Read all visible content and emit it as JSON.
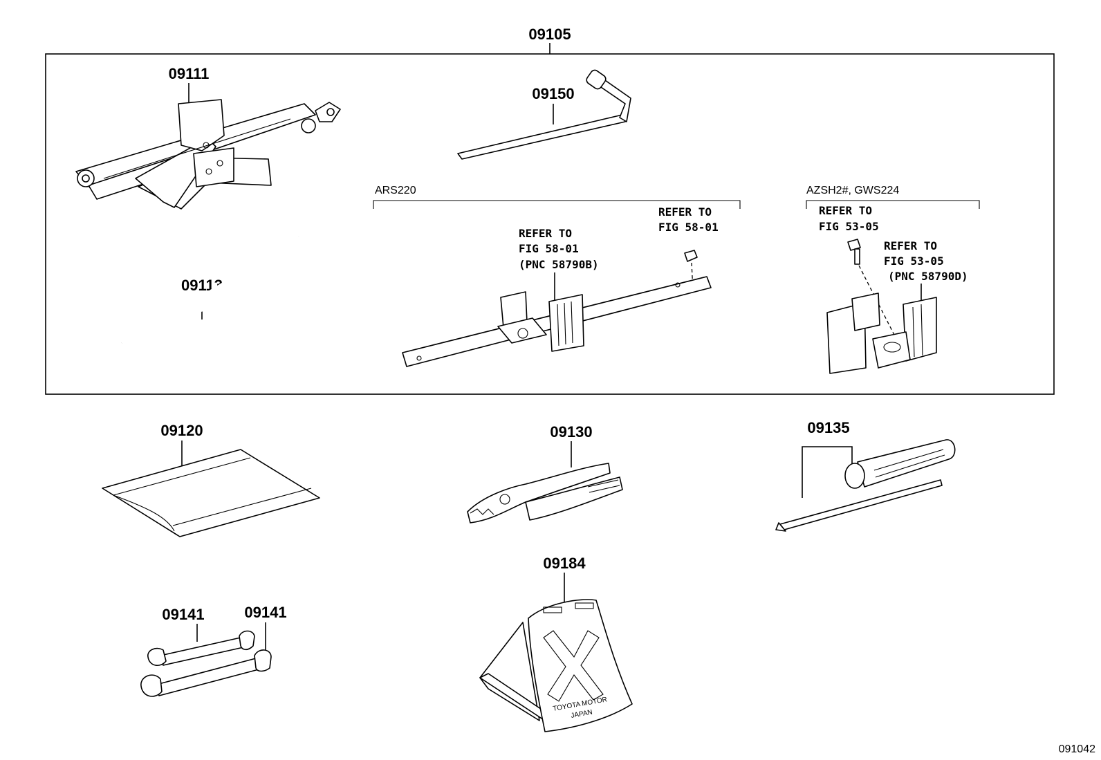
{
  "assembly": {
    "part_number": "09105"
  },
  "parts": {
    "jack": "09111",
    "jack_handle": "09113",
    "wrench": "09150",
    "tool_bag": "09120",
    "pliers": "09130",
    "screwdriver": "09135",
    "spanner_1": "09141",
    "spanner_2": "09141",
    "warning_triangle": "09184"
  },
  "groups": {
    "ars220": {
      "title": "ARS220",
      "ref_left": [
        "REFER TO",
        "FIG 58-01",
        "(PNC 58790B)"
      ],
      "ref_right": [
        "REFER TO",
        "FIG 58-01"
      ]
    },
    "azsh2": {
      "title": "AZSH2#, GWS224",
      "ref_left": [
        "REFER TO",
        "FIG 53-05"
      ],
      "ref_right": [
        "REFER TO",
        "FIG 53-05",
        "(PNC 58790D)"
      ]
    }
  },
  "warning_triangle_text": [
    "TOYOTA MOTOR",
    "JAPAN"
  ],
  "figure_number": "091042"
}
